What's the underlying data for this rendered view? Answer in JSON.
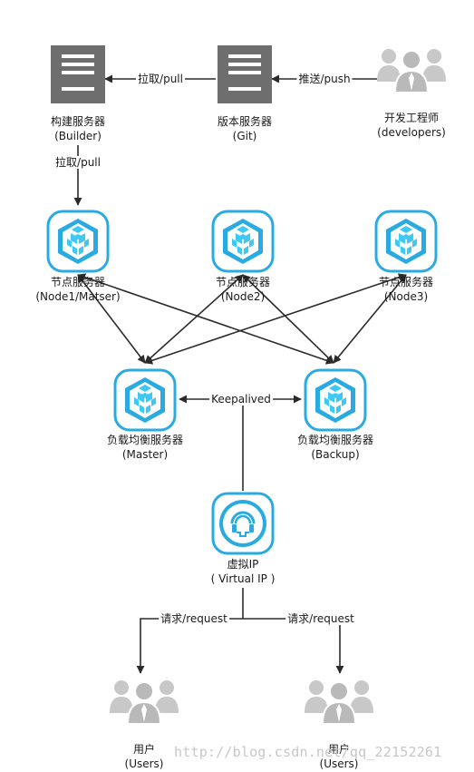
{
  "nodes": {
    "builder": {
      "name": "构建服务器",
      "sub": "(Builder)",
      "icon": "server-icon"
    },
    "git": {
      "name": "版本服务器",
      "sub": "(Git)",
      "icon": "server-icon"
    },
    "devs": {
      "name": "开发工程师",
      "sub": "(developers)",
      "icon": "users-icon"
    },
    "node1": {
      "name": "节点服务器",
      "sub": "(Node1/Matser)",
      "icon": "cube-icon"
    },
    "node2": {
      "name": "节点服务器",
      "sub": "(Node2)",
      "icon": "cube-icon"
    },
    "node3": {
      "name": "节点服务器",
      "sub": "(Node3)",
      "icon": "cube-icon"
    },
    "lb_master": {
      "name": "负载均衡服务器",
      "sub": "(Master)",
      "icon": "cube-icon"
    },
    "lb_backup": {
      "name": "负载均衡服务器",
      "sub": "(Backup)",
      "icon": "cube-icon"
    },
    "vip": {
      "name": "虚拟IP",
      "sub": "( Virtual IP )",
      "icon": "headset-icon"
    },
    "users1": {
      "name": "用户",
      "sub": "(Users)",
      "icon": "users-icon"
    },
    "users2": {
      "name": "用户",
      "sub": "(Users)",
      "icon": "users-icon"
    }
  },
  "edge_labels": {
    "git_to_builder": "拉取/pull",
    "devs_to_git": "推送/push",
    "builder_to_node1": "拉取/pull",
    "keepalived": "Keepalived",
    "request_left": "请求/request",
    "request_right": "请求/request"
  },
  "watermark": "http://blog.csdn.net/qq_22152261",
  "colors": {
    "server": "#6e6e6e",
    "cube_border": "#29abe2",
    "cube_fill": "#29c0ef",
    "users": "#c8c8c8",
    "line": "#2b2b2b"
  }
}
